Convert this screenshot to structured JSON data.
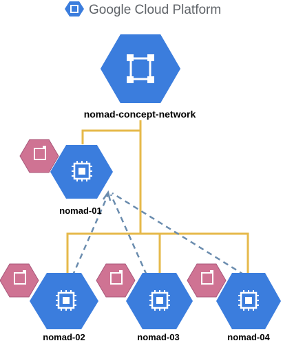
{
  "brand": {
    "name": "Google Cloud Platform"
  },
  "network": {
    "name": "nomad-concept-network"
  },
  "instances": [
    {
      "name": "nomad-01"
    },
    {
      "name": "nomad-02"
    },
    {
      "name": "nomad-03"
    },
    {
      "name": "nomad-04"
    }
  ],
  "colors": {
    "hex_blue": "#3b7ddd",
    "hex_blue_shadow": "#2f6bc6",
    "disk_pink": "#cf7393",
    "network_line": "#e6b94a",
    "dashed_arrow": "#6a8cae"
  }
}
